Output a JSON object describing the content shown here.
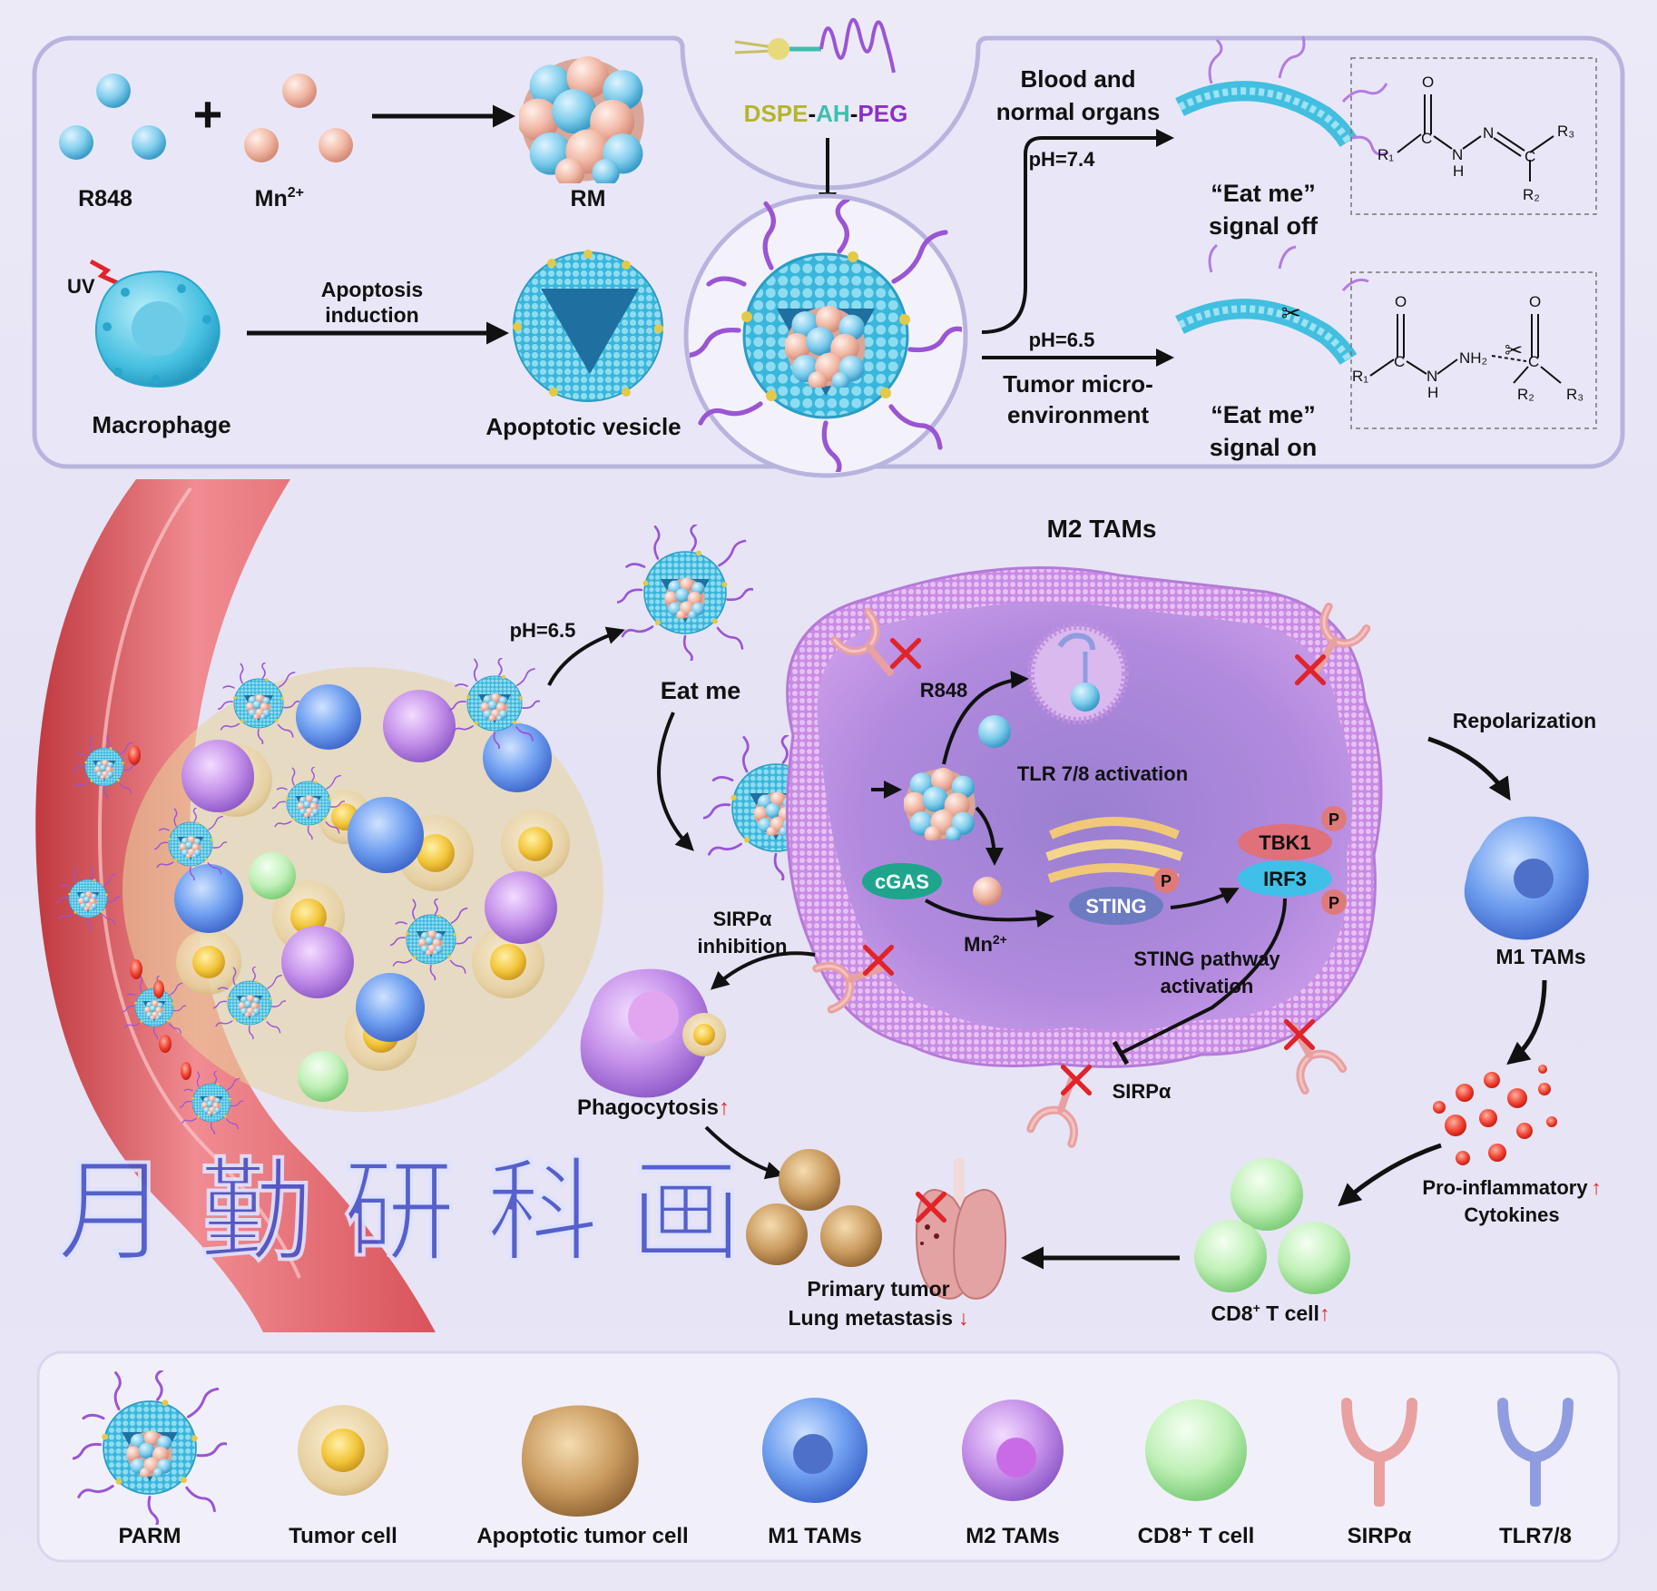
{
  "top_panel": {
    "r848": "R848",
    "mn": "Mn",
    "mn_sup": "2+",
    "plus": "+",
    "rm": "RM",
    "uv": "UV",
    "macrophage": "Macrophage",
    "apoptosis_line1": "Apoptosis",
    "apoptosis_line2": "induction",
    "apoptotic_vesicle": "Apoptotic vesicle",
    "dspe": "DSPE",
    "dash1": "-",
    "ah": "AH",
    "dash2": "-",
    "peg": "PEG",
    "blood_line1": "Blood and",
    "blood_line2": "normal organs",
    "ph74": "pH=7.4",
    "ph65": "pH=6.5",
    "tumor_line1": "Tumor micro-",
    "tumor_line2": "environment",
    "eat_off_line1": "“Eat me”",
    "eat_off_line2": "signal off",
    "eat_on_line1": "“Eat me”",
    "eat_on_line2": "signal on",
    "struct_top": {
      "r1": "R₁",
      "r2": "R₂",
      "r3": "R₃",
      "o": "O",
      "n": "N",
      "h": "H",
      "c1": "C",
      "c2": "C"
    },
    "struct_bottom": {
      "r1": "R₁",
      "r2": "R₂",
      "r3": "R₃",
      "o1": "O",
      "o2": "O",
      "n": "N",
      "h": "H",
      "nh2": "NH₂",
      "c1": "C",
      "c2": "C"
    }
  },
  "middle": {
    "m2_title": "M2 TAMs",
    "ph65": "pH=6.5",
    "eat_me": "Eat me",
    "r848": "R848",
    "tlr_activation": "TLR 7/8 activation",
    "cgas": "cGAS",
    "mn": "Mn",
    "mn_sup": "2+",
    "sting": "STING",
    "tbk1": "TBK1",
    "irf3": "IRF3",
    "p": "P",
    "sting_path_line1": "STING pathway",
    "sting_path_line2": "activation",
    "sirpa": "SIRPα",
    "sirpa_inhib_line1": "SIRPα",
    "sirpa_inhib_line2": "inhibition",
    "phagocytosis": "Phagocytosis",
    "repolarization": "Repolarization",
    "m1_tams": "M1 TAMs",
    "cyto_line1": "Pro-inflammatory",
    "cyto_line2": "Cytokines",
    "cd8_label": "CD8",
    "cd8_sup": "+",
    "cd8_rest": " T cell",
    "primary_line1": "Primary tumor",
    "primary_line2": "Lung metastasis",
    "up_arrow": "↑",
    "down_arrow": "↓",
    "watermark": "月勤研科画"
  },
  "legend": {
    "items": [
      {
        "label": "PARM"
      },
      {
        "label": "Tumor cell"
      },
      {
        "label": "Apoptotic tumor cell"
      },
      {
        "label": "M1 TAMs"
      },
      {
        "label": "M2 TAMs"
      },
      {
        "label": "CD8⁺ T cell"
      },
      {
        "label": "SIRPα"
      },
      {
        "label": "TLR7/8"
      }
    ]
  },
  "colors": {
    "dspe": "#b5b52a",
    "ah": "#3dbfae",
    "peg": "#8b2fc9",
    "vesicle": "#42bfe0",
    "rm_blue": "#8fd0ec",
    "rm_pink": "#f0b8aa",
    "m2_membrane": "#cf8de8",
    "m2_inside": "#a98ad6",
    "sirpa": "#e8a0a0",
    "tlr": "#8f9ce0",
    "tumor": "#f2c53a",
    "red_x": "#e0242a"
  }
}
